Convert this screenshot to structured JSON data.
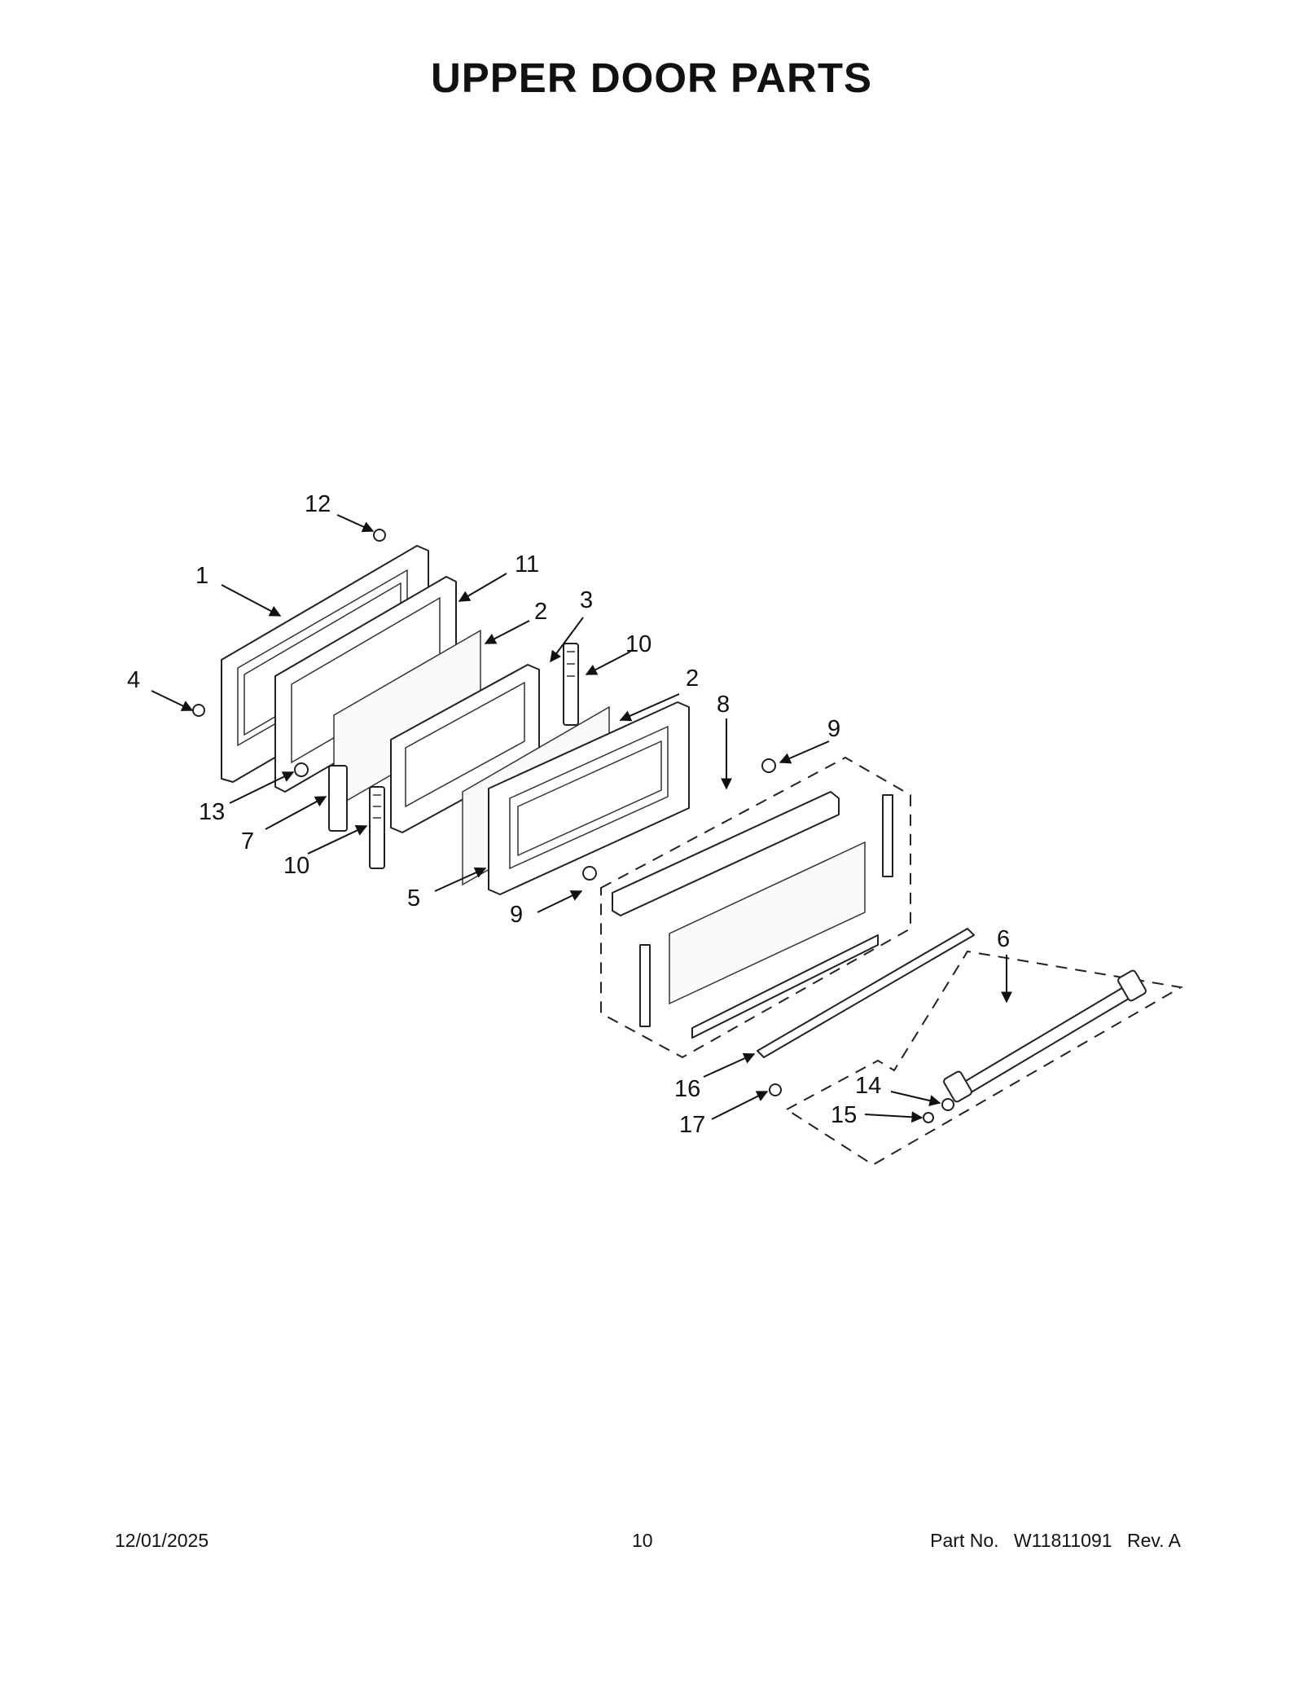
{
  "title": "UPPER DOOR PARTS",
  "footer": {
    "date": "12/01/2025",
    "page": "10",
    "part_label": "Part No.",
    "part_number": "W11811091",
    "revision": "Rev.  A"
  },
  "callouts": [
    {
      "id": "c1",
      "label": "1"
    },
    {
      "id": "c2a",
      "label": "2"
    },
    {
      "id": "c2b",
      "label": "2"
    },
    {
      "id": "c3",
      "label": "3"
    },
    {
      "id": "c4",
      "label": "4"
    },
    {
      "id": "c5",
      "label": "5"
    },
    {
      "id": "c6",
      "label": "6"
    },
    {
      "id": "c7",
      "label": "7"
    },
    {
      "id": "c8",
      "label": "8"
    },
    {
      "id": "c9a",
      "label": "9"
    },
    {
      "id": "c9b",
      "label": "9"
    },
    {
      "id": "c10a",
      "label": "10"
    },
    {
      "id": "c10b",
      "label": "10"
    },
    {
      "id": "c11",
      "label": "11"
    },
    {
      "id": "c12",
      "label": "12"
    },
    {
      "id": "c13",
      "label": "13"
    },
    {
      "id": "c14",
      "label": "14"
    },
    {
      "id": "c15",
      "label": "15"
    },
    {
      "id": "c16",
      "label": "16"
    },
    {
      "id": "c17",
      "label": "17"
    }
  ]
}
